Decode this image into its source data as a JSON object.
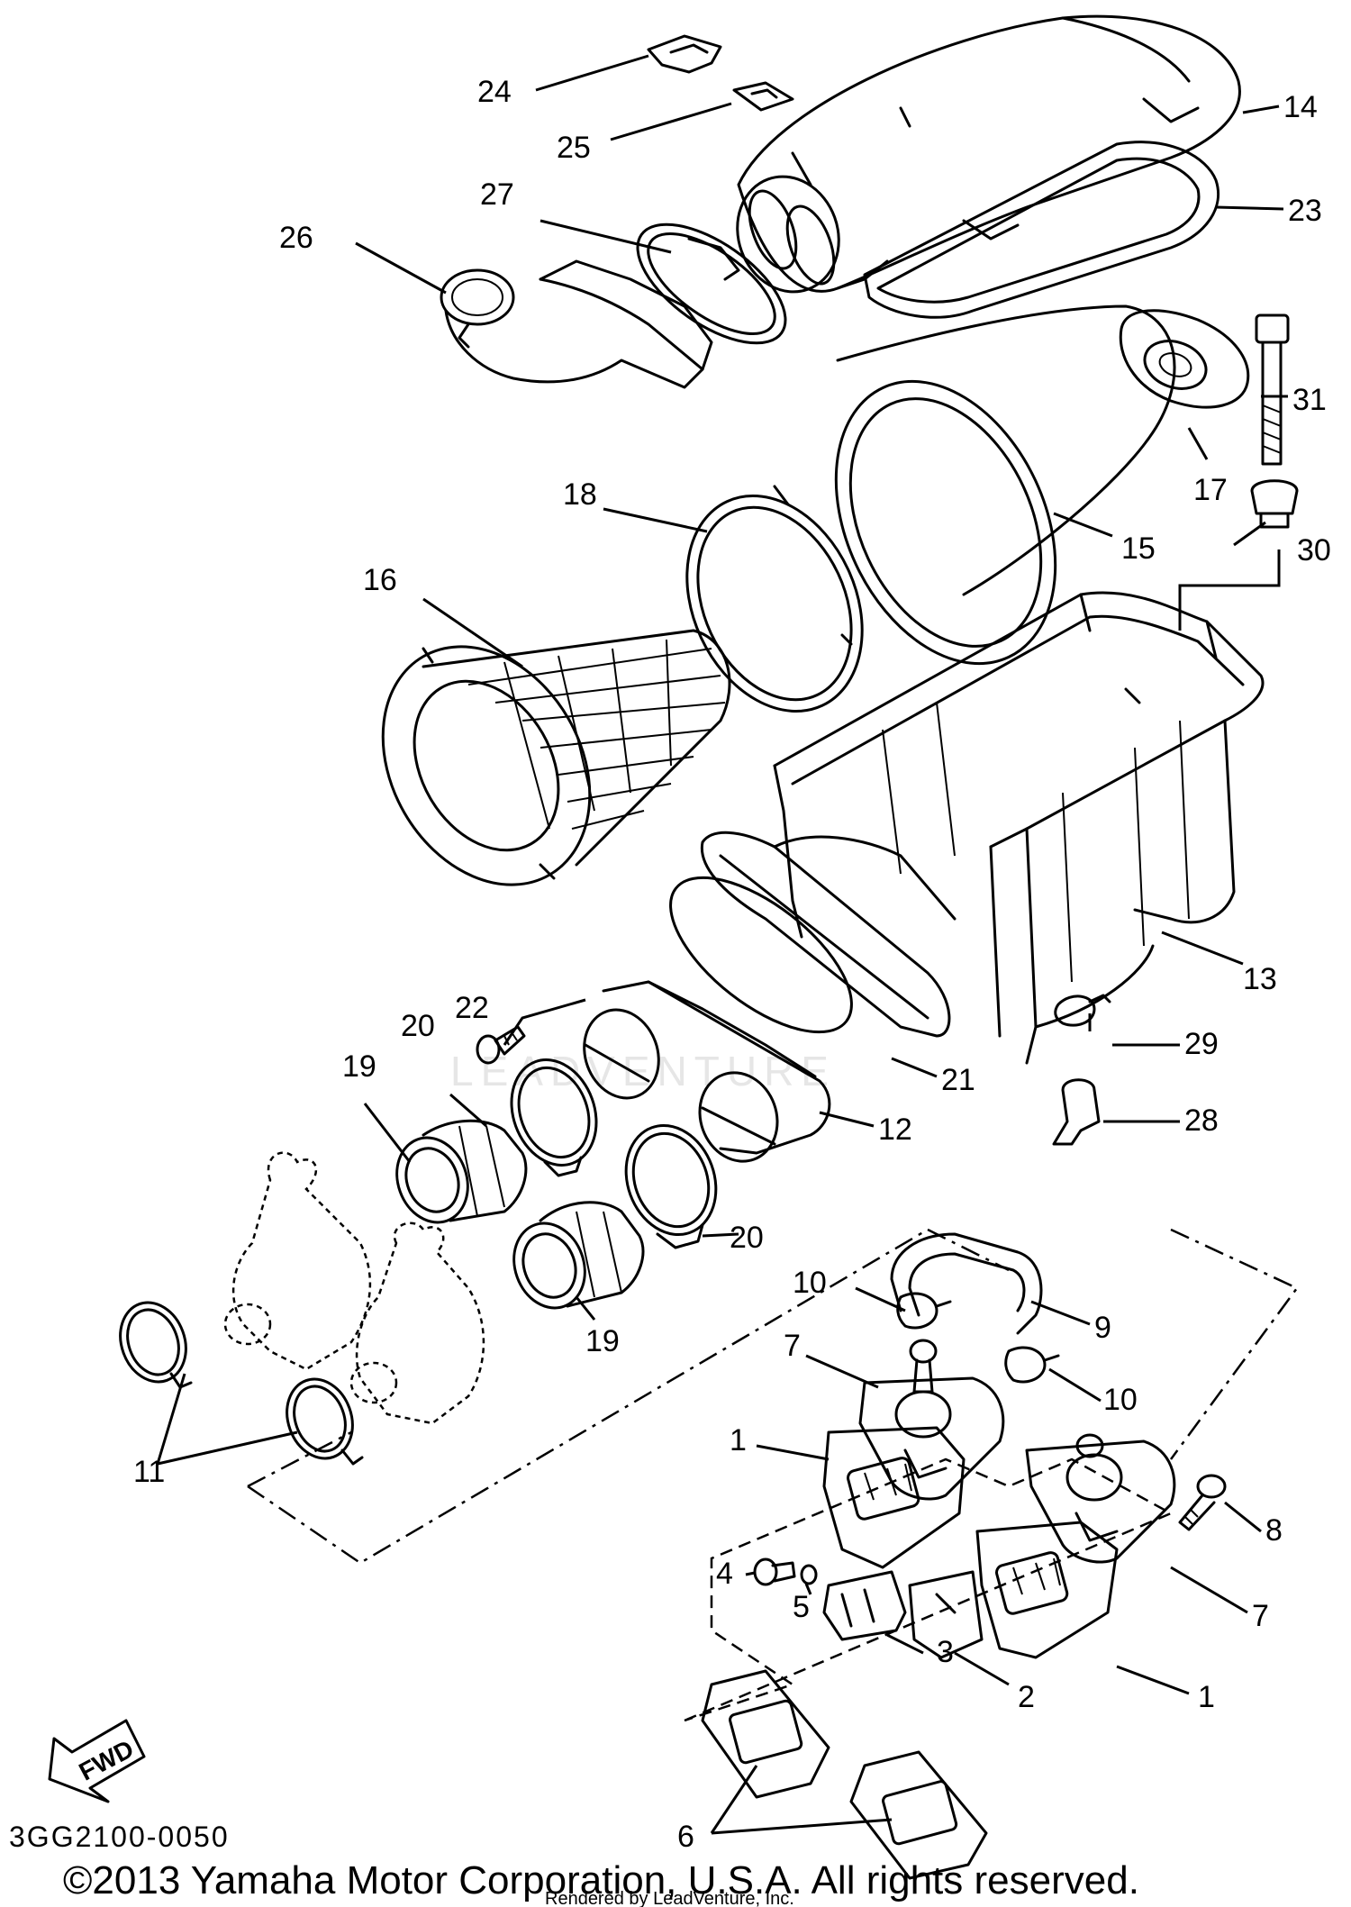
{
  "diagram_code": "3GG2100-0050",
  "copyright": "©2013 Yamaha Motor Corporation, U.S.A. All rights reserved.",
  "rendered_by": "Rendered by LeadVenture, Inc.",
  "watermark": "LEADVENTURE",
  "fwd_label": "FWD",
  "callouts": [
    {
      "id": "c1a",
      "label": "1"
    },
    {
      "id": "c1b",
      "label": "1"
    },
    {
      "id": "c2",
      "label": "2"
    },
    {
      "id": "c3",
      "label": "3"
    },
    {
      "id": "c4",
      "label": "4"
    },
    {
      "id": "c5",
      "label": "5"
    },
    {
      "id": "c6",
      "label": "6"
    },
    {
      "id": "c7a",
      "label": "7"
    },
    {
      "id": "c7b",
      "label": "7"
    },
    {
      "id": "c8",
      "label": "8"
    },
    {
      "id": "c9",
      "label": "9"
    },
    {
      "id": "c10a",
      "label": "10"
    },
    {
      "id": "c10b",
      "label": "10"
    },
    {
      "id": "c11",
      "label": "11"
    },
    {
      "id": "c12",
      "label": "12"
    },
    {
      "id": "c13",
      "label": "13"
    },
    {
      "id": "c14",
      "label": "14"
    },
    {
      "id": "c15",
      "label": "15"
    },
    {
      "id": "c16",
      "label": "16"
    },
    {
      "id": "c17",
      "label": "17"
    },
    {
      "id": "c18",
      "label": "18"
    },
    {
      "id": "c19a",
      "label": "19"
    },
    {
      "id": "c19b",
      "label": "19"
    },
    {
      "id": "c20a",
      "label": "20"
    },
    {
      "id": "c20b",
      "label": "20"
    },
    {
      "id": "c21",
      "label": "21"
    },
    {
      "id": "c22",
      "label": "22"
    },
    {
      "id": "c23",
      "label": "23"
    },
    {
      "id": "c24",
      "label": "24"
    },
    {
      "id": "c25",
      "label": "25"
    },
    {
      "id": "c26",
      "label": "26"
    },
    {
      "id": "c27",
      "label": "27"
    },
    {
      "id": "c28",
      "label": "28"
    },
    {
      "id": "c29",
      "label": "29"
    },
    {
      "id": "c30",
      "label": "30"
    },
    {
      "id": "c31",
      "label": "31"
    }
  ]
}
